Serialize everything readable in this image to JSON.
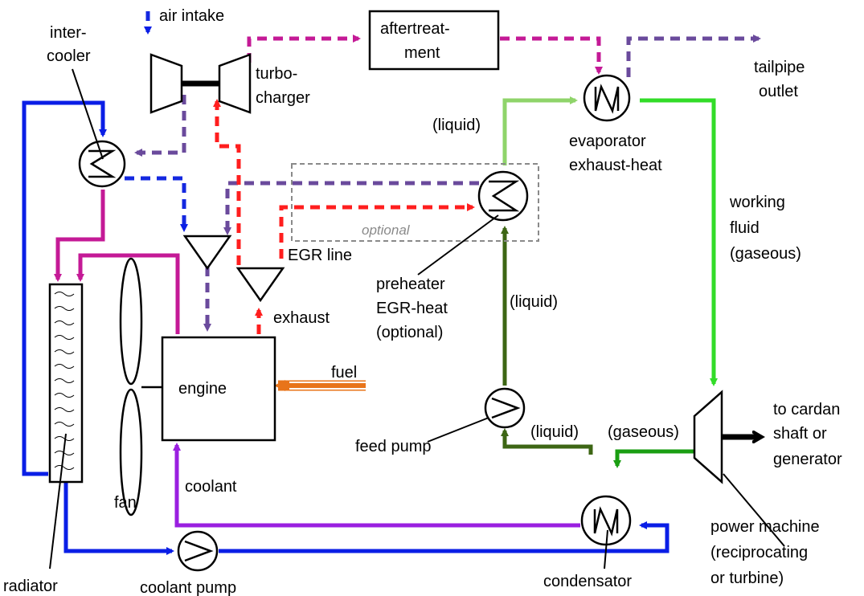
{
  "colors": {
    "coolant_blue": "#0a1ee6",
    "charge_air_blue": "#1428e0",
    "intake_magenta": "#c41a96",
    "exhaust_purple": "#6a4a9c",
    "egr_red": "#ff1e1e",
    "liquid_dark_green": "#3d6614",
    "liquid_light_green": "#8fd46a",
    "gaseous_green": "#32dc28",
    "gaseous_dark_green": "#1a9e12",
    "coolant_violet": "#9a1fe0",
    "fuel_orange": "#e8741a",
    "optional_gray": "#8a8a8a"
  },
  "labels": {
    "air_intake": "air intake",
    "aftertreatment_line1": "aftertreat-",
    "aftertreatment_line2": "ment",
    "intercooler_line1": "inter-",
    "intercooler_line2": "cooler",
    "turbo_line1": "turbo-",
    "turbo_line2": "charger",
    "tailpipe_line1": "tailpipe",
    "tailpipe_line2": "outlet",
    "liquid_top": "(liquid)",
    "evaporator_line1": "evaporator",
    "evaporator_line2": "exhaust-heat",
    "working_fluid_line1": "working",
    "working_fluid_line2": "fluid",
    "working_fluid_line3": "(gaseous)",
    "optional": "optional",
    "egr_line": "EGR line",
    "preheater_line1": "preheater",
    "preheater_line2": "EGR-heat",
    "preheater_line3": "(optional)",
    "liquid_mid": "(liquid)",
    "exhaust": "exhaust",
    "engine": "engine",
    "fuel": "fuel",
    "to_cardan_line1": "to cardan",
    "to_cardan_line2": "shaft or",
    "to_cardan_line3": "generator",
    "feed_pump": "feed pump",
    "liquid_bottom": "(liquid)",
    "gaseous_bottom": "(gaseous)",
    "coolant": "coolant",
    "fan": "fan",
    "power_machine_line1": "power machine",
    "power_machine_line2": "(reciprocating",
    "power_machine_line3": "or turbine)",
    "radiator": "radiator",
    "coolant_pump": "coolant pump",
    "condensator": "condensator"
  },
  "icons": {
    "heat_exchanger": "heat-exchanger-icon",
    "pump": "pump-icon",
    "valve": "valve-icon",
    "fan": "fan-icon",
    "turbocharger": "turbocharger-icon",
    "expander": "expander-icon"
  }
}
